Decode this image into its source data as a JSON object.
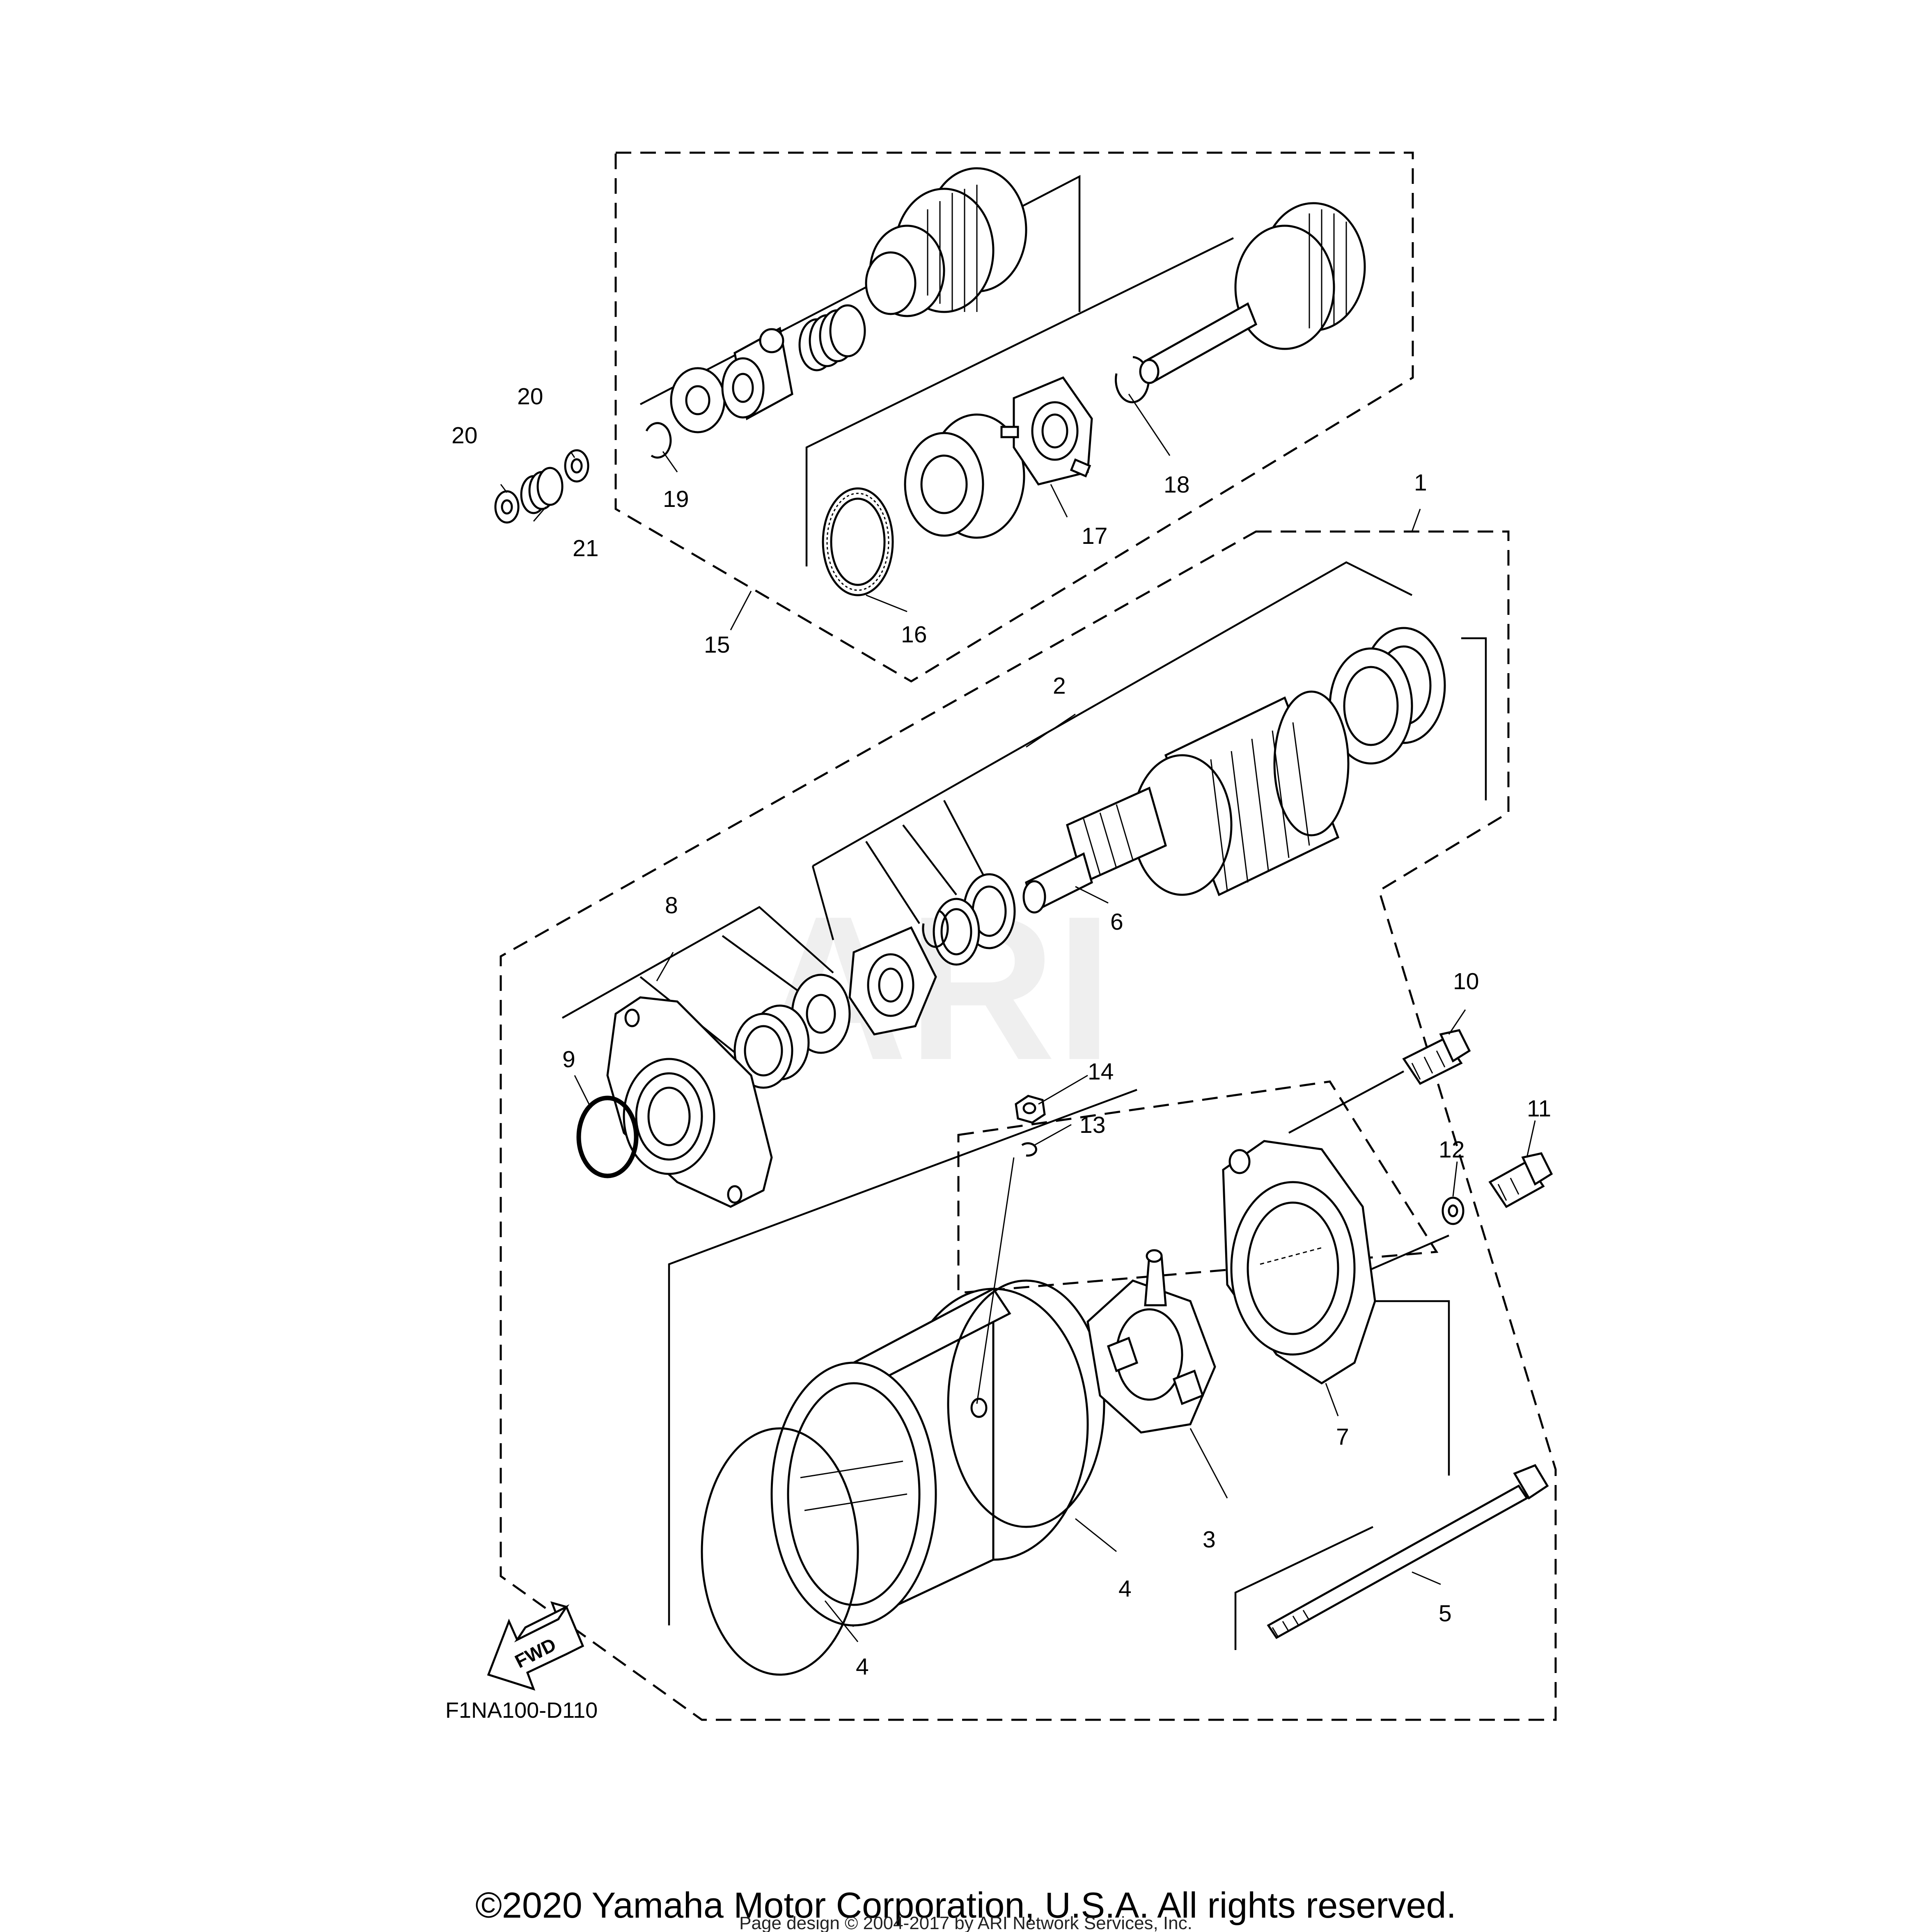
{
  "diagram": {
    "watermark": "ARI",
    "diagram_code": "F1NA100-D110",
    "fwd_label": "FWD",
    "callouts": {
      "c1": "1",
      "c2": "2",
      "c3": "3",
      "c4a": "4",
      "c4b": "4",
      "c5": "5",
      "c6": "6",
      "c7": "7",
      "c8": "8",
      "c9": "9",
      "c10": "10",
      "c11": "11",
      "c12": "12",
      "c13": "13",
      "c14": "14",
      "c15": "15",
      "c16": "16",
      "c17": "17",
      "c18": "18",
      "c19": "19",
      "c20a": "20",
      "c20b": "20",
      "c21": "21"
    }
  },
  "footer": {
    "copyright": "©2020 Yamaha Motor Corporation, U.S.A. All rights reserved.",
    "page_design": "Page design © 2004-2017 by ARI Network Services, Inc."
  }
}
